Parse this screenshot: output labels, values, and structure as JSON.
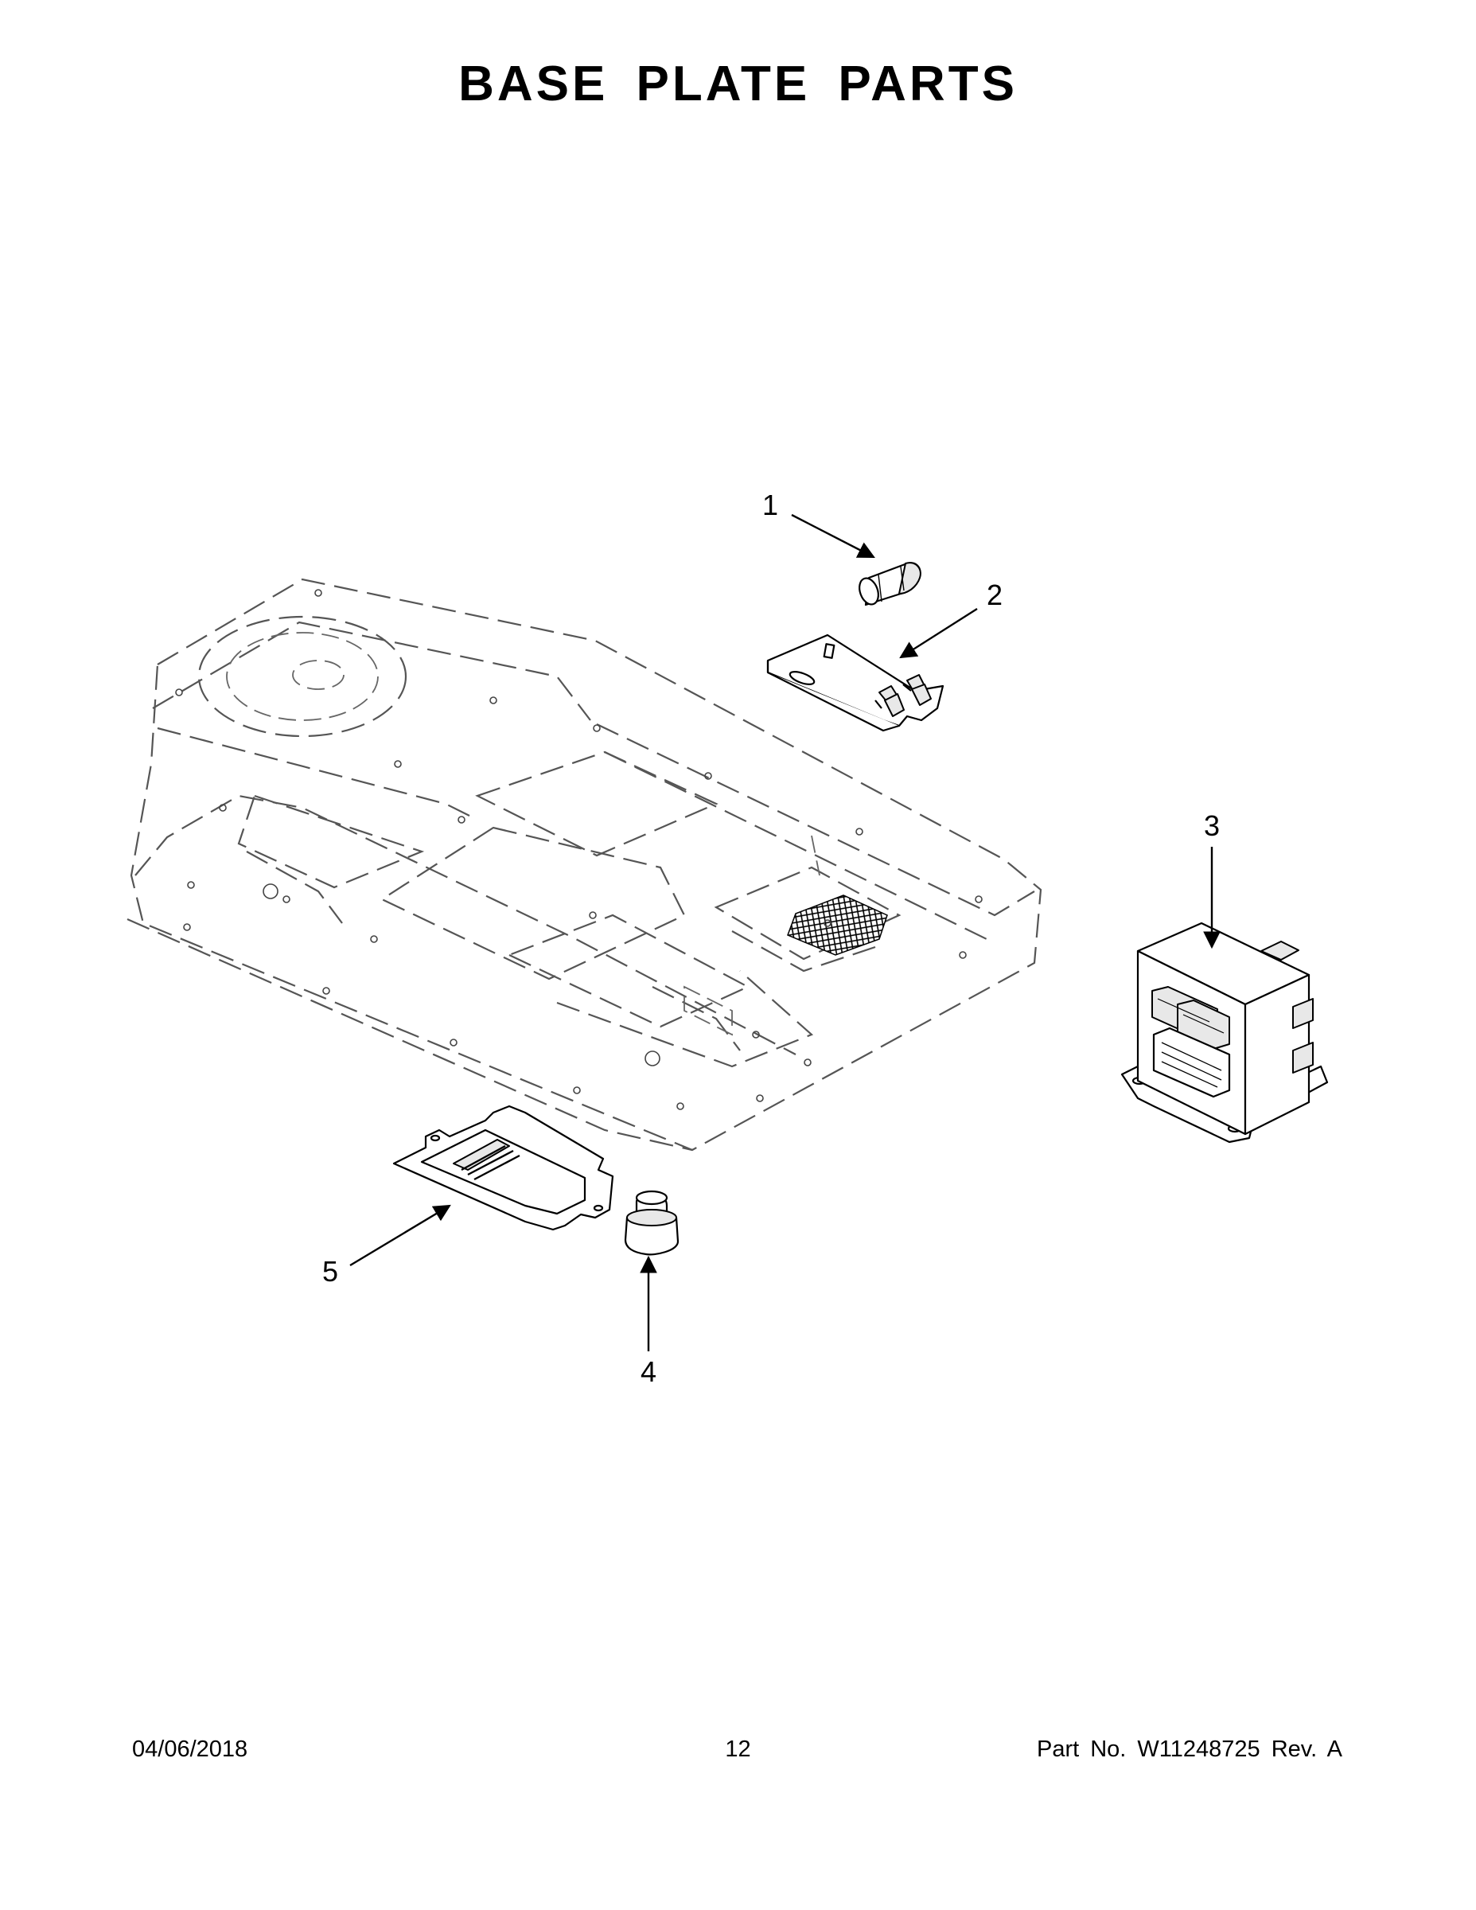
{
  "page": {
    "title": "BASE PLATE PARTS",
    "footer": {
      "date": "04/06/2018",
      "page_number": "12",
      "part_no": "Part No.  W11248725  Rev.  A"
    }
  },
  "callouts": [
    {
      "id": "1",
      "label": "1"
    },
    {
      "id": "2",
      "label": "2"
    },
    {
      "id": "3",
      "label": "3"
    },
    {
      "id": "4",
      "label": "4"
    },
    {
      "id": "5",
      "label": "5"
    }
  ]
}
